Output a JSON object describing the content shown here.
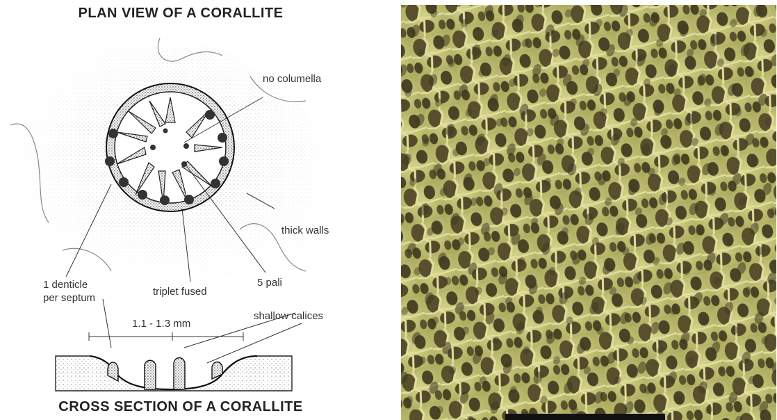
{
  "diagram": {
    "title_top": "PLAN VIEW OF A CORALLITE",
    "title_bottom": "CROSS SECTION OF A CORALLITE",
    "labels": {
      "no_columella": "no columella",
      "thick_walls": "thick walls",
      "denticle_line1": "1 denticle",
      "denticle_line2": "per septum",
      "triplet_fused": "triplet fused",
      "five_pali": "5 pali",
      "measurement": "1.1 - 1.3 mm",
      "shallow_calices": "shallow calices"
    }
  },
  "photo": {
    "subject": "coral-skeleton-photo",
    "colors": {
      "skeleton": "#c9c77a",
      "background": "#3a3420"
    }
  }
}
